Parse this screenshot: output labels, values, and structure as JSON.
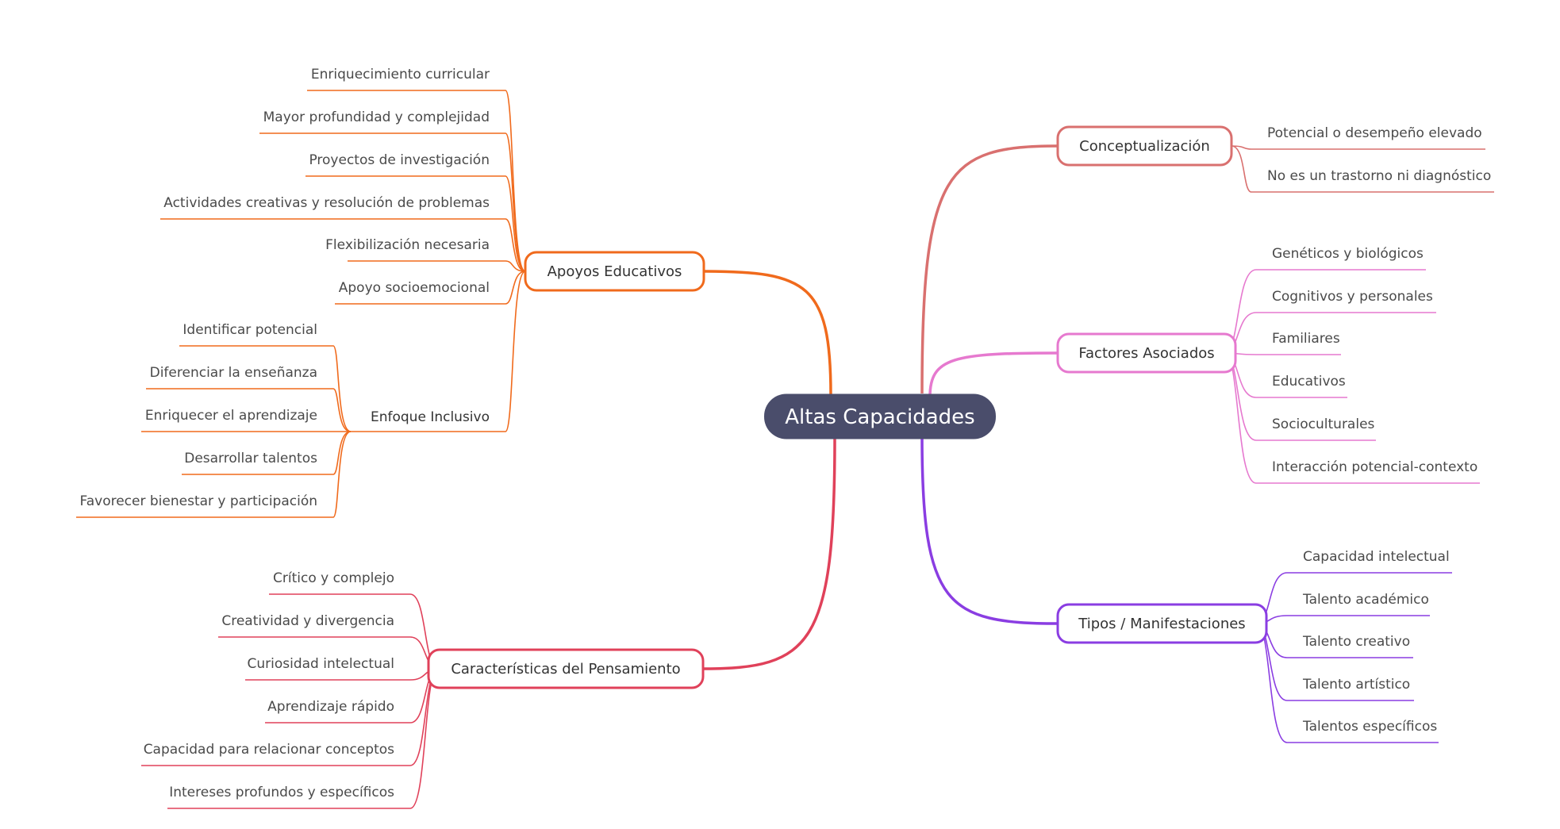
{
  "root": {
    "label": "Altas Capacidades",
    "color": "#4a4d6b"
  },
  "branches": [
    {
      "id": "conceptualizacion",
      "label": "Conceptualización",
      "color": "#d9706f",
      "children": [
        {
          "label": "Potencial o desempeño elevado"
        },
        {
          "label": "No es un trastorno ni diagnóstico"
        }
      ]
    },
    {
      "id": "factores",
      "label": "Factores Asociados",
      "color": "#e679cf",
      "children": [
        {
          "label": "Genéticos y biológicos"
        },
        {
          "label": "Cognitivos y personales"
        },
        {
          "label": "Familiares"
        },
        {
          "label": "Educativos"
        },
        {
          "label": "Socioculturales"
        },
        {
          "label": "Interacción potencial-contexto"
        }
      ]
    },
    {
      "id": "tipos",
      "label": "Tipos / Manifestaciones",
      "color": "#8a3de2",
      "children": [
        {
          "label": "Capacidad intelectual"
        },
        {
          "label": "Talento académico"
        },
        {
          "label": "Talento creativo"
        },
        {
          "label": "Talento artístico"
        },
        {
          "label": "Talentos específicos"
        }
      ]
    },
    {
      "id": "apoyos",
      "label": "Apoyos Educativos",
      "color": "#f06a1c",
      "children": [
        {
          "label": "Enriquecimiento curricular"
        },
        {
          "label": "Mayor profundidad y complejidad"
        },
        {
          "label": "Proyectos de investigación"
        },
        {
          "label": "Actividades creativas y resolución de problemas"
        },
        {
          "label": "Flexibilización necesaria"
        },
        {
          "label": "Apoyo socioemocional"
        },
        {
          "label": "Enfoque Inclusivo",
          "children": [
            {
              "label": "Identificar potencial"
            },
            {
              "label": "Diferenciar la enseñanza"
            },
            {
              "label": "Enriquecer el aprendizaje"
            },
            {
              "label": "Desarrollar talentos"
            },
            {
              "label": "Favorecer bienestar y participación"
            }
          ]
        }
      ]
    },
    {
      "id": "caracteristicas",
      "label": "Características del Pensamiento",
      "color": "#e0415a",
      "children": [
        {
          "label": "Crítico y complejo"
        },
        {
          "label": "Creatividad y divergencia"
        },
        {
          "label": "Curiosidad intelectual"
        },
        {
          "label": "Aprendizaje rápido"
        },
        {
          "label": "Capacidad para relacionar conceptos"
        },
        {
          "label": "Intereses profundos y específicos"
        }
      ]
    }
  ]
}
